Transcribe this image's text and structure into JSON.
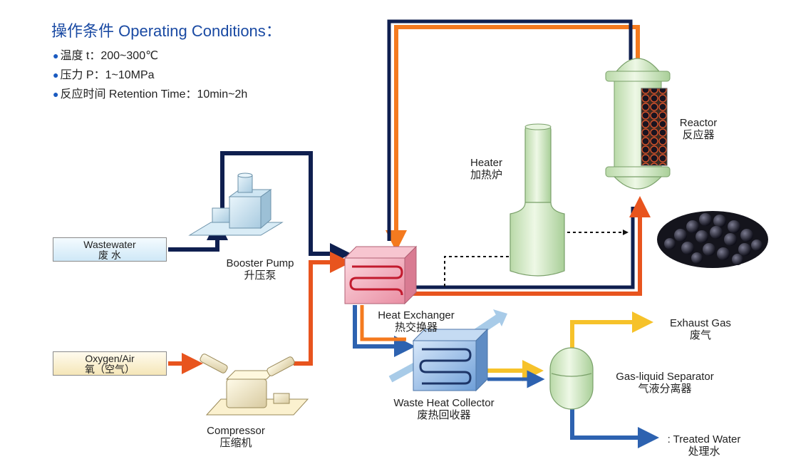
{
  "header": {
    "title": "操作条件 Operating Conditions：",
    "conditions": [
      "温度 t：200~300℃",
      "压力 P：1~10MPa",
      "反应时间 Retention Time：10min~2h"
    ],
    "bullet": "●"
  },
  "inputs": {
    "wastewater": {
      "en": "Wastewater",
      "zh": "废 水"
    },
    "oxygen": {
      "en": "Oxygen/Air",
      "zh": "氧（空气）"
    }
  },
  "equipment": {
    "booster_pump": {
      "en": "Booster Pump",
      "zh": "升压泵"
    },
    "compressor": {
      "en": "Compressor",
      "zh": "压缩机"
    },
    "heat_exchanger": {
      "en": "Heat Exchanger",
      "zh": "热交换器"
    },
    "heater": {
      "en": "Heater",
      "zh": "加热炉"
    },
    "reactor": {
      "en": "Reactor",
      "zh": "反应器"
    },
    "waste_heat_collector": {
      "en": "Waste Heat Collector",
      "zh": "废热回收器"
    },
    "separator": {
      "en": "Gas-liquid Separator",
      "zh": "气液分离器"
    }
  },
  "outputs": {
    "exhaust": {
      "en": "Exhaust Gas",
      "zh": "废气"
    },
    "treated": {
      "en": ": Treated Water",
      "zh": "处理水"
    }
  },
  "colors": {
    "title_blue": "#1a4aa3",
    "navy_line": "#0f1f4f",
    "orange_line": "#f47a1f",
    "red_orange_line": "#e8541e",
    "blue_line": "#2d62b0",
    "yellow_line": "#f6c22a",
    "light_blue_arrow": "#a8cbe8",
    "exchanger_pink": "#f2a9b8",
    "collector_blue": "#8fb7e3",
    "vessel_green": "#d9eecb"
  }
}
